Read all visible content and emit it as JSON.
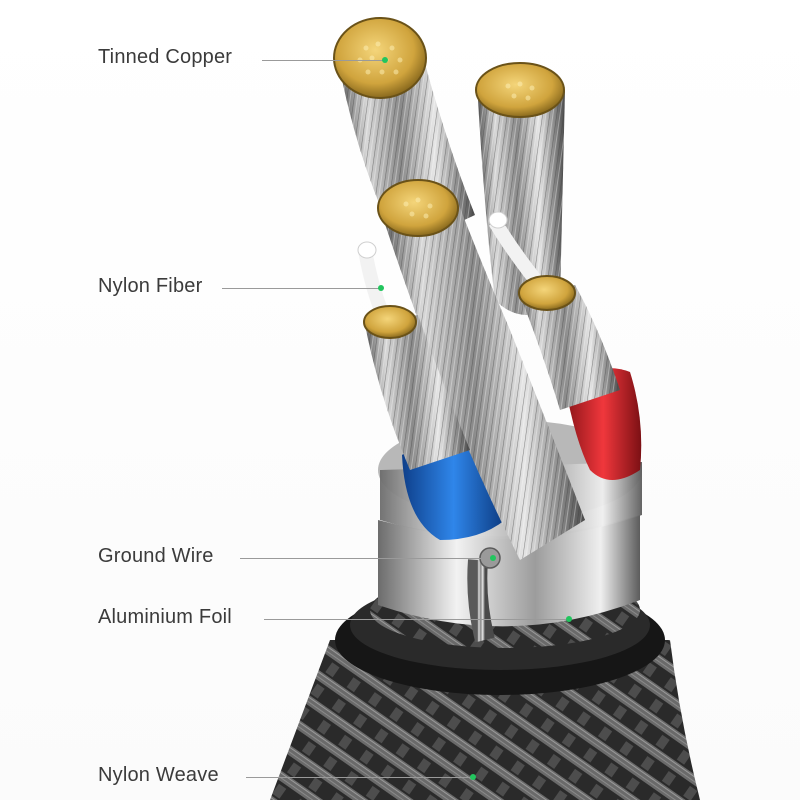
{
  "callouts": [
    {
      "label": "Tinned Copper"
    },
    {
      "label": "Nylon Fiber"
    },
    {
      "label": "Ground Wire"
    },
    {
      "label": "Aluminium Foil"
    },
    {
      "label": "Nylon Weave"
    }
  ],
  "colors": {
    "label_text": "#3b3b3b",
    "leader_line": "#9a9a9a",
    "marker_dot": "#22c55e",
    "copper": "#d9b24a",
    "silver_strand": "#bdbdbd",
    "blue_insulation": "#1f6fd1",
    "red_insulation": "#d9262c",
    "braid_dark": "#2b2b2b"
  },
  "icons": {
    "cable_cross_section": "cable-cross-section-illustration"
  }
}
